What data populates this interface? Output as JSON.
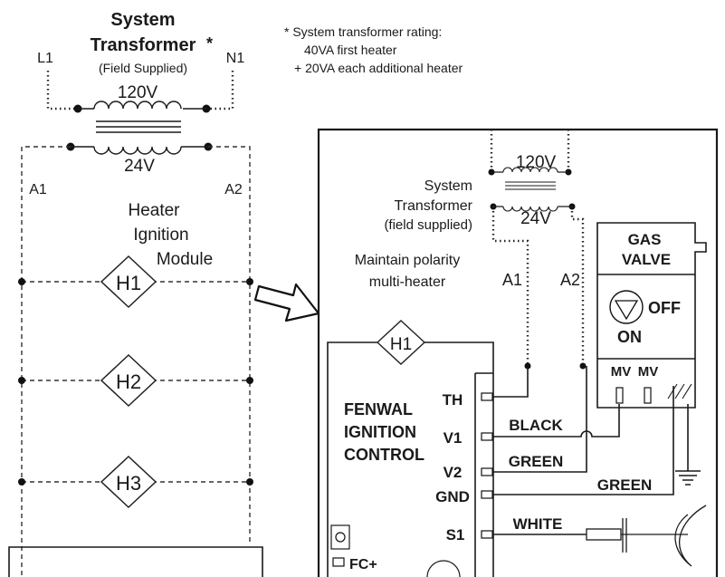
{
  "system_transformer": {
    "title_line1": "System",
    "title_line2": "Transformer",
    "asterisk": "*",
    "subtitle": "(Field Supplied)",
    "l1": "L1",
    "n1": "N1",
    "primary_voltage": "120V",
    "secondary_voltage": "24V",
    "a1": "A1",
    "a2": "A2"
  },
  "rating_note": {
    "line1": "* System transformer rating:",
    "line2": "40VA first heater",
    "line3": "+ 20VA each additional heater"
  },
  "heater_module": {
    "label_line1": "Heater",
    "label_line2": "Ignition",
    "label_line3": "Module",
    "heaters": [
      "H1",
      "H2",
      "H3"
    ]
  },
  "detail": {
    "transformer_primary": "120V",
    "transformer_secondary": "24V",
    "transformer_label_line1": "System",
    "transformer_label_line2": "Transformer",
    "transformer_label_line3": "(field supplied)",
    "polarity_line1": "Maintain polarity",
    "polarity_line2": "multi-heater",
    "a1": "A1",
    "a2": "A2",
    "heater_badge": "H1",
    "control_line1": "FENWAL",
    "control_line2": "IGNITION",
    "control_line3": "CONTROL",
    "terminals": [
      "TH",
      "V1",
      "V2",
      "GND",
      "S1"
    ],
    "fc_label": "FC+",
    "wires": {
      "black": "BLACK",
      "green1": "GREEN",
      "green2": "GREEN",
      "white": "WHITE"
    },
    "gas_valve": {
      "line1": "GAS",
      "line2": "VALVE",
      "off": "OFF",
      "on": "ON",
      "mv1": "MV",
      "mv2": "MV"
    }
  }
}
